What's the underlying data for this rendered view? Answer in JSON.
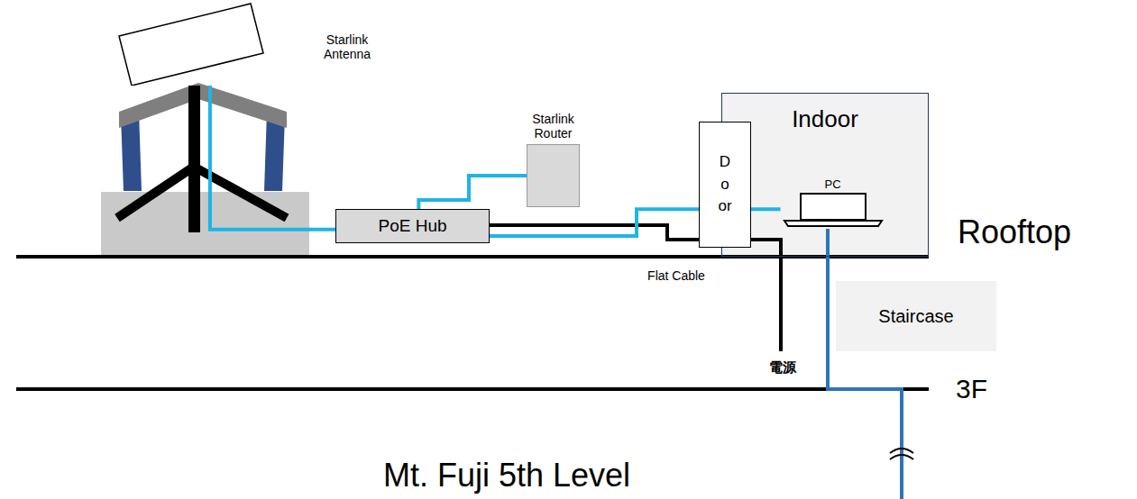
{
  "diagram": {
    "nodes": [
      {
        "text": [
          "Starlink Antenna"
        ]
      },
      {
        "text": [
          "Starlink Router"
        ]
      },
      {
        "text": [
          "PoE Hub"
        ]
      },
      {
        "text": [
          "Door"
        ]
      },
      {
        "text": [
          "Indoor"
        ]
      },
      {
        "text": [
          "PC"
        ],
        "in": 4
      },
      {
        "text": [
          "Staircase"
        ]
      }
    ],
    "edges": [
      {
        "from": 0,
        "to": 2,
        "arrow": "none"
      },
      {
        "from": 2,
        "to": 1,
        "arrow": "none"
      },
      {
        "from": 2,
        "to": 5,
        "arrow": "none"
      }
    ],
    "labels": [
      "Flat Cable",
      "Rooftop",
      "電源",
      "3F",
      "Mt. Fuji 5th Level"
    ]
  }
}
